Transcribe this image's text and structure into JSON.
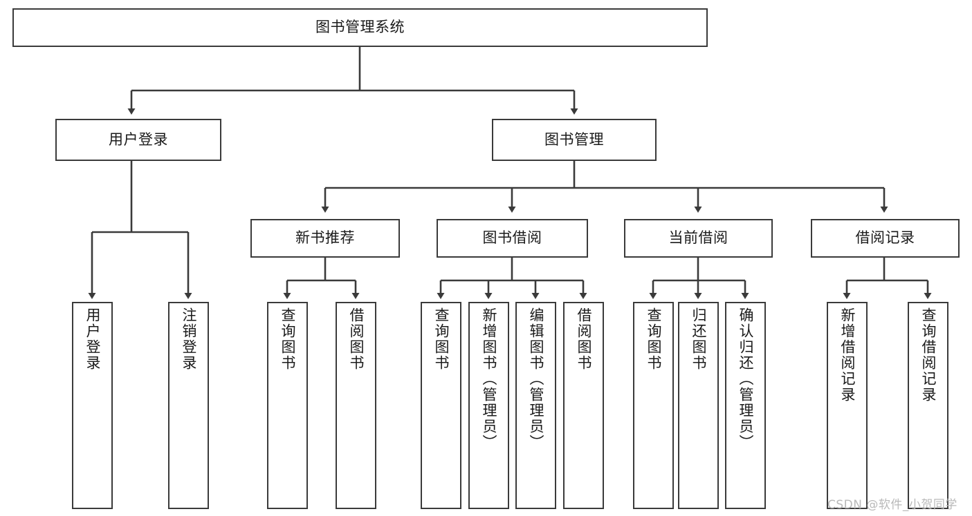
{
  "diagram": {
    "title": "图书管理系统",
    "type": "tree-hierarchy-chart",
    "watermark": "CSDN @软件_小贺同学",
    "colors": {
      "node_border": "#3a3a3a",
      "node_fill": "#ffffff",
      "connector": "#3a3a3a",
      "background": "#ffffff",
      "watermark": "#b9b9b9"
    },
    "nodes": {
      "root": {
        "label": "图书管理系统"
      },
      "level2": [
        {
          "label": "用户登录"
        },
        {
          "label": "图书管理"
        }
      ],
      "level3": [
        {
          "label": "新书推荐"
        },
        {
          "label": "图书借阅"
        },
        {
          "label": "当前借阅"
        },
        {
          "label": "借阅记录"
        }
      ],
      "leaves_user_login": [
        {
          "label": "用户登录"
        },
        {
          "label": "注销登录"
        }
      ],
      "leaves_new_book": [
        {
          "label": "查询图书"
        },
        {
          "label": "借阅图书"
        }
      ],
      "leaves_borrow": [
        {
          "label": "查询图书"
        },
        {
          "label": "新增图书（管理员）"
        },
        {
          "label": "编辑图书（管理员）"
        },
        {
          "label": "借阅图书"
        }
      ],
      "leaves_current": [
        {
          "label": "查询图书"
        },
        {
          "label": "归还图书"
        },
        {
          "label": "确认归还（管理员）"
        }
      ],
      "leaves_record": [
        {
          "label": "新增借阅记录"
        },
        {
          "label": "查询借阅记录"
        }
      ]
    }
  }
}
